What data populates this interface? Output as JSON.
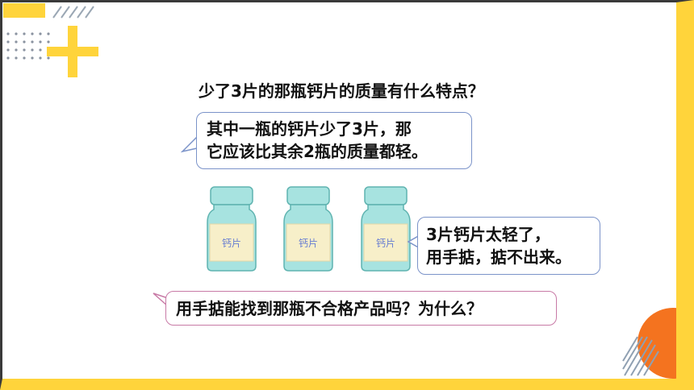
{
  "question": "少了3片的那瓶钙片的质量有什么特点？",
  "bubble_top": {
    "lines": [
      "其中一瓶的钙片少了3片，那",
      "它应该比其余2瓶的质量都轻。"
    ]
  },
  "bubble_right": {
    "lines": [
      "3片钙片太轻了，",
      "用手掂，掂不出来。"
    ]
  },
  "bubble_bottom": {
    "text": "用手掂能找到那瓶不合格产品吗？为什么？"
  },
  "bottles": [
    {
      "label": "钙片"
    },
    {
      "label": "钙片"
    },
    {
      "label": "钙片"
    }
  ],
  "colors": {
    "frame_yellow": "#ffd43b",
    "accent_orange": "#f4731f",
    "bottle_teal": "#a7e3e0",
    "bottle_label": "#f7efc9",
    "bubble_blue_border": "#7b93c9",
    "bubble_pink_border": "#c87aa6"
  }
}
